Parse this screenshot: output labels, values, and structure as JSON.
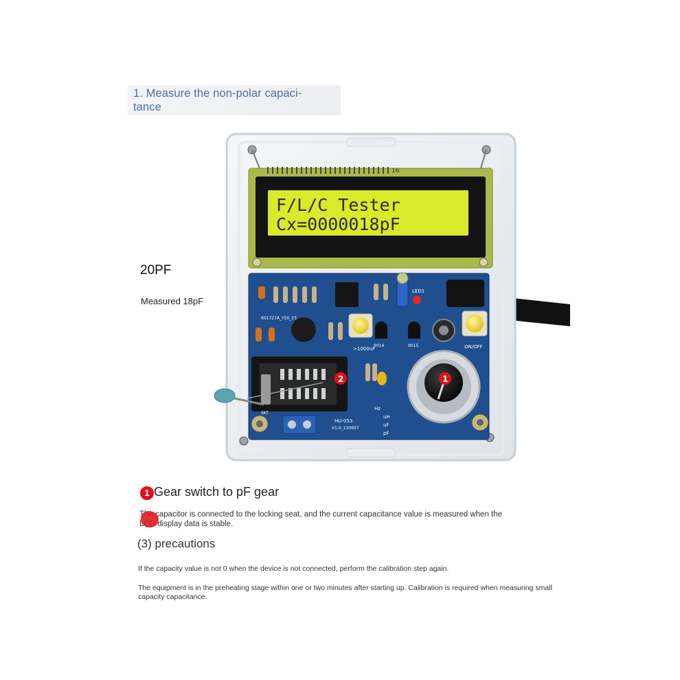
{
  "heading": {
    "line1": "1. Measure the non-polar capaci-",
    "line2": "tance"
  },
  "device": {
    "lcd_line1": "F/L/C Tester",
    "lcd_line2": "Cx=0000018pF",
    "header_label": "16",
    "pcb_labels": {
      "led": "LED1",
      "onoff": "ON/OFF",
      "cap_range": ">1000uF",
      "model": "HU-053",
      "version": "V1.0_230607",
      "skt": "SKT",
      "hz": "Hz",
      "uh": "uH",
      "uf": "uF",
      "pf": "pF",
      "t1": "9014",
      "t2": "9015",
      "board_code": "601727A_Y50_23"
    },
    "marker_1": "1",
    "marker_2": "2"
  },
  "callouts": {
    "nominal": "20PF",
    "measured": "Measured 18pF"
  },
  "step": {
    "marker": "1",
    "title": "Gear switch to pF gear",
    "desc_line1": "The capacitor is connected to the locking seat, and the current capacitance value is measured when the",
    "desc_line2": "LCD display data is stable."
  },
  "precautions": {
    "title": "(3) precautions",
    "note1": "If the capacity value is not 0 when the device is not connected, perform the calibration step again.",
    "note2": "The equipment is in the preheating stage within one or two minutes after starting up. Calibration is required when measuring small capacity capacitance."
  },
  "colors": {
    "heading_text": "#4a6fa3",
    "marker_red": "#e1121c",
    "lcd_green": "#d9ea2a",
    "pcb_blue": "#1f4f8f"
  }
}
